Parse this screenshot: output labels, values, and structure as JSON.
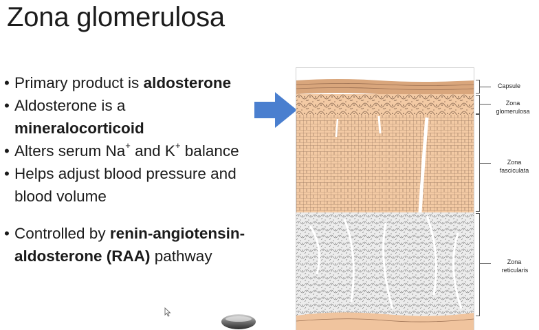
{
  "slide": {
    "title": "Zona glomerulosa",
    "bullets": [
      {
        "parts": [
          {
            "text": "Primary product is ",
            "bold": false
          },
          {
            "text": "aldosterone",
            "bold": true
          }
        ]
      },
      {
        "parts": [
          {
            "text": "Aldosterone is a ",
            "bold": false
          },
          {
            "text": "mineralocorticoid",
            "bold": true
          }
        ]
      },
      {
        "parts": [
          {
            "text": "Alters serum Na",
            "bold": false
          },
          {
            "text": "+",
            "sup": true
          },
          {
            "text": " and K",
            "bold": false
          },
          {
            "text": "+",
            "sup": true
          },
          {
            "text": " balance",
            "bold": false
          }
        ]
      },
      {
        "parts": [
          {
            "text": "Helps adjust blood pressure and blood volume",
            "bold": false
          }
        ]
      },
      {
        "parts": [
          {
            "text": "Controlled by ",
            "bold": false
          },
          {
            "text": "renin-angiotensin-aldosterone (RAA)",
            "bold": true
          },
          {
            "text": " pathway",
            "bold": false
          }
        ]
      }
    ],
    "bullet_glyph": "•"
  },
  "figure": {
    "labels": {
      "capsule": "Capsule",
      "glomerulosa_1": "Zona",
      "glomerulosa_2": "glomerulosa",
      "fasciculata_1": "Zona",
      "fasciculata_2": "fasciculata",
      "reticularis_1": "Zona",
      "reticularis_2": "reticularis"
    }
  },
  "colors": {
    "arrow": "#4a7fcf",
    "capsule": "#d9a67c",
    "cortex_cells": "#f3caa4",
    "reticularis": "#ececec",
    "cell_lines": "#7d5f4a"
  },
  "icons": [
    "arrow-right-icon",
    "mouse-cursor-icon",
    "speaker-icon"
  ]
}
